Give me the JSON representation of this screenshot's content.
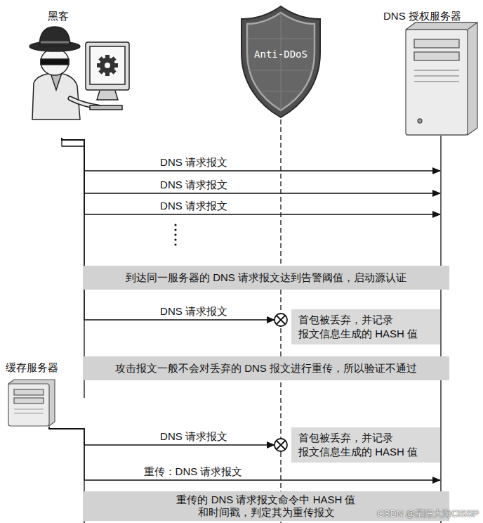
{
  "diagram": {
    "nodes": [
      {
        "text": [
          "黑客"
        ]
      },
      {
        "text": [
          "Anti-DDoS"
        ]
      },
      {
        "text": [
          "DNS 授权服务器"
        ]
      },
      {
        "text": [
          "到达同一服务器的 DNS 请求报文达到告警阈值，启动源认证"
        ]
      },
      {
        "text": [
          "首包被丢弃，并记录 报文信息生成的 HASH 值"
        ]
      },
      {
        "text": [
          "攻击报文一般不会对丢弃的 DNS 报文进行重传，所以验证不通过"
        ]
      },
      {
        "text": [
          "缓存服务器"
        ]
      },
      {
        "text": [
          "首包被丢弃，并记录 报文信息生成的 HASH 值"
        ]
      },
      {
        "text": [
          "重传的 DNS 请求报文命令中 HASH 值 和时间戳，判定其为重传报文"
        ]
      }
    ],
    "edges": [
      {
        "from": 0,
        "to": 2,
        "label": "DNS 请求报文",
        "arrow": "to"
      },
      {
        "from": 0,
        "to": 2,
        "label": "DNS 请求报文",
        "arrow": "to"
      },
      {
        "from": 0,
        "to": 2,
        "label": "DNS 请求报文",
        "arrow": "to"
      },
      {
        "from": 0,
        "to": 1,
        "label": "DNS 请求报文",
        "arrow": "to"
      },
      {
        "from": 6,
        "to": 1,
        "label": "DNS 请求报文",
        "arrow": "to"
      },
      {
        "from": 6,
        "to": 2,
        "label": "重传：DNS 请求报文",
        "arrow": "to"
      }
    ],
    "labels": [
      "CSDN @星陈大海CISSP"
    ]
  }
}
